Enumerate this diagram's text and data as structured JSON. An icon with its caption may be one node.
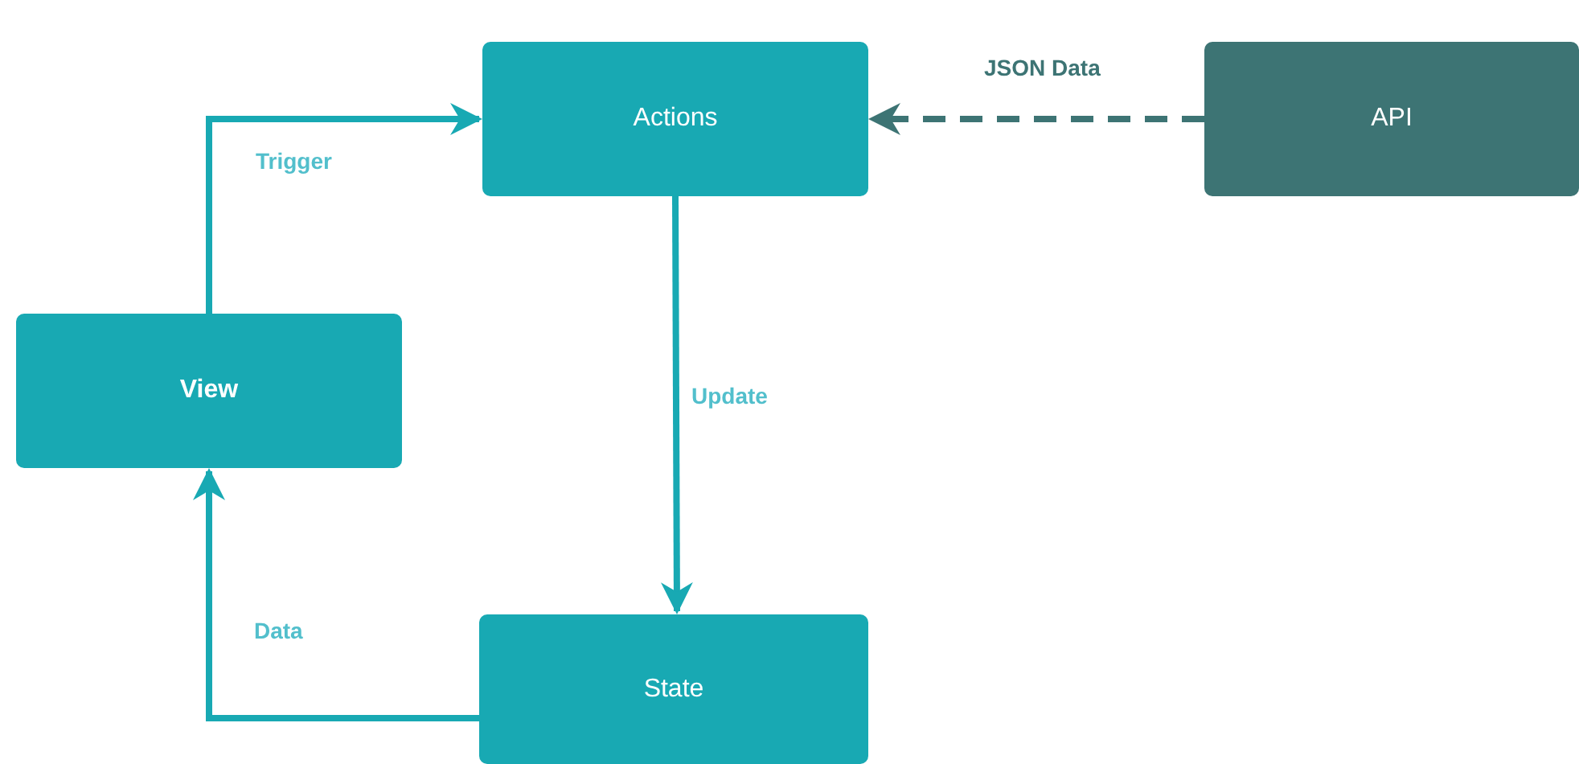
{
  "diagram": {
    "nodes": [
      {
        "text": [
          "Actions"
        ]
      },
      {
        "text": [
          "API"
        ]
      },
      {
        "text": [
          "View"
        ]
      },
      {
        "text": [
          "State"
        ]
      }
    ],
    "edges": [
      {
        "from": 2,
        "to": 0,
        "arrow": "to",
        "label": "Trigger"
      },
      {
        "from": 0,
        "to": 3,
        "arrow": "to",
        "label": "Update"
      },
      {
        "from": 3,
        "to": 2,
        "arrow": "to",
        "label": "Data"
      },
      {
        "from": 1,
        "to": 0,
        "arrow": "to",
        "label": "JSON Data",
        "style": "dashed",
        "color": "#3d7474"
      }
    ]
  }
}
